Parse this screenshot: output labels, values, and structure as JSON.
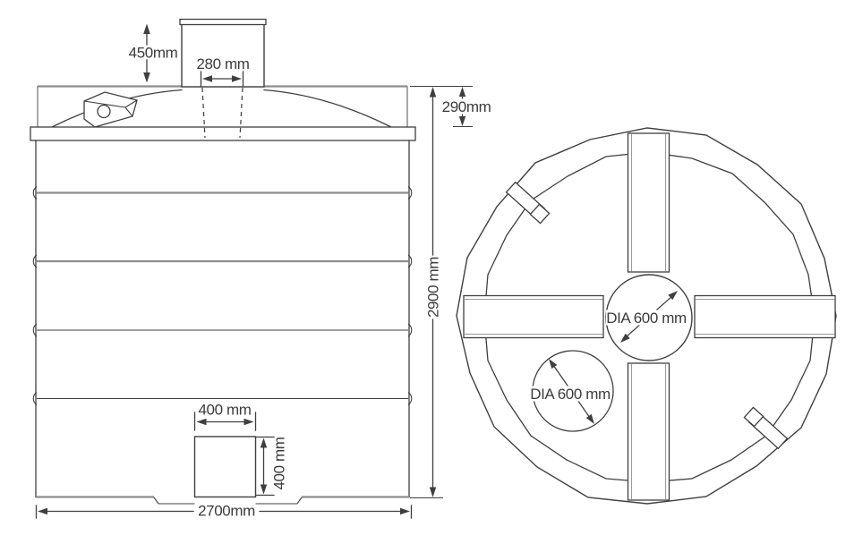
{
  "drawing": {
    "type": "technical-drawing",
    "subject": "cylindrical storage tank, side elevation and plan view"
  },
  "side_view": {
    "turret_height_label": "450mm",
    "neck_width_label": "280 mm",
    "dome_height_label": "290mm",
    "overall_height_label": "2900 mm",
    "recess_width_label": "400 mm",
    "recess_height_label": "400 mm",
    "overall_width_label": "2700mm"
  },
  "top_view": {
    "center_opening_label": "DIA 600 mm",
    "secondary_opening_label": "DIA 600 mm"
  },
  "colors": {
    "line": "#3f3f3f",
    "line_light": "#8c8c8c",
    "text": "#3b3b3b",
    "background": "#ffffff"
  }
}
